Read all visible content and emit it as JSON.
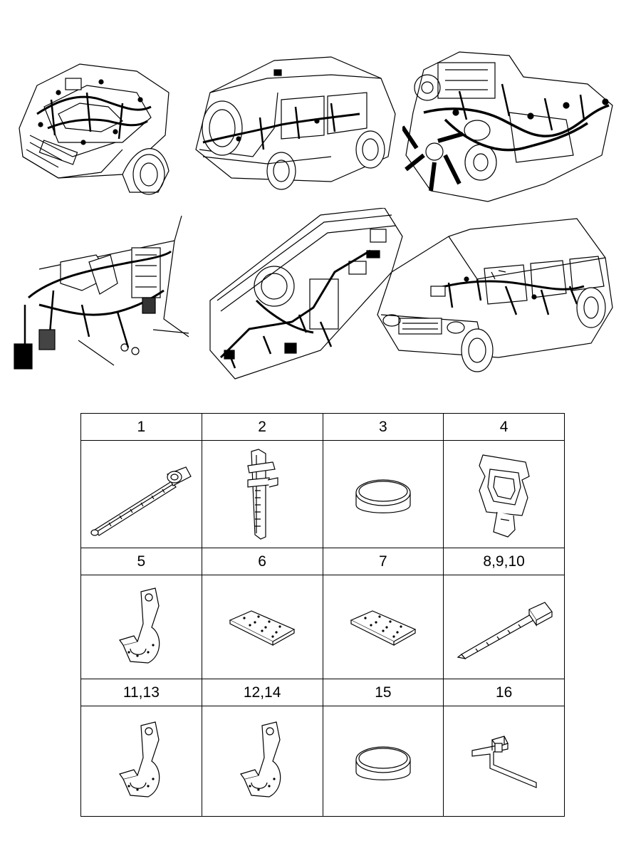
{
  "parts": [
    {
      "label": "1",
      "icon": "cable-tie-with-mount-icon"
    },
    {
      "label": "2",
      "icon": "push-mount-cable-tie-icon"
    },
    {
      "label": "3",
      "icon": "grommet-plug-icon"
    },
    {
      "label": "4",
      "icon": "harness-clip-icon"
    },
    {
      "label": "5",
      "icon": "harness-bracket-clamp-icon"
    },
    {
      "label": "6",
      "icon": "foam-pad-icon"
    },
    {
      "label": "7",
      "icon": "foam-pad-icon"
    },
    {
      "label": "8,9,10",
      "icon": "cable-tie-icon"
    },
    {
      "label": "11,13",
      "icon": "harness-bracket-clamp-icon"
    },
    {
      "label": "12,14",
      "icon": "harness-bracket-clamp-icon"
    },
    {
      "label": "15",
      "icon": "grommet-plug-icon"
    },
    {
      "label": "16",
      "icon": "harness-holder-icon"
    }
  ]
}
